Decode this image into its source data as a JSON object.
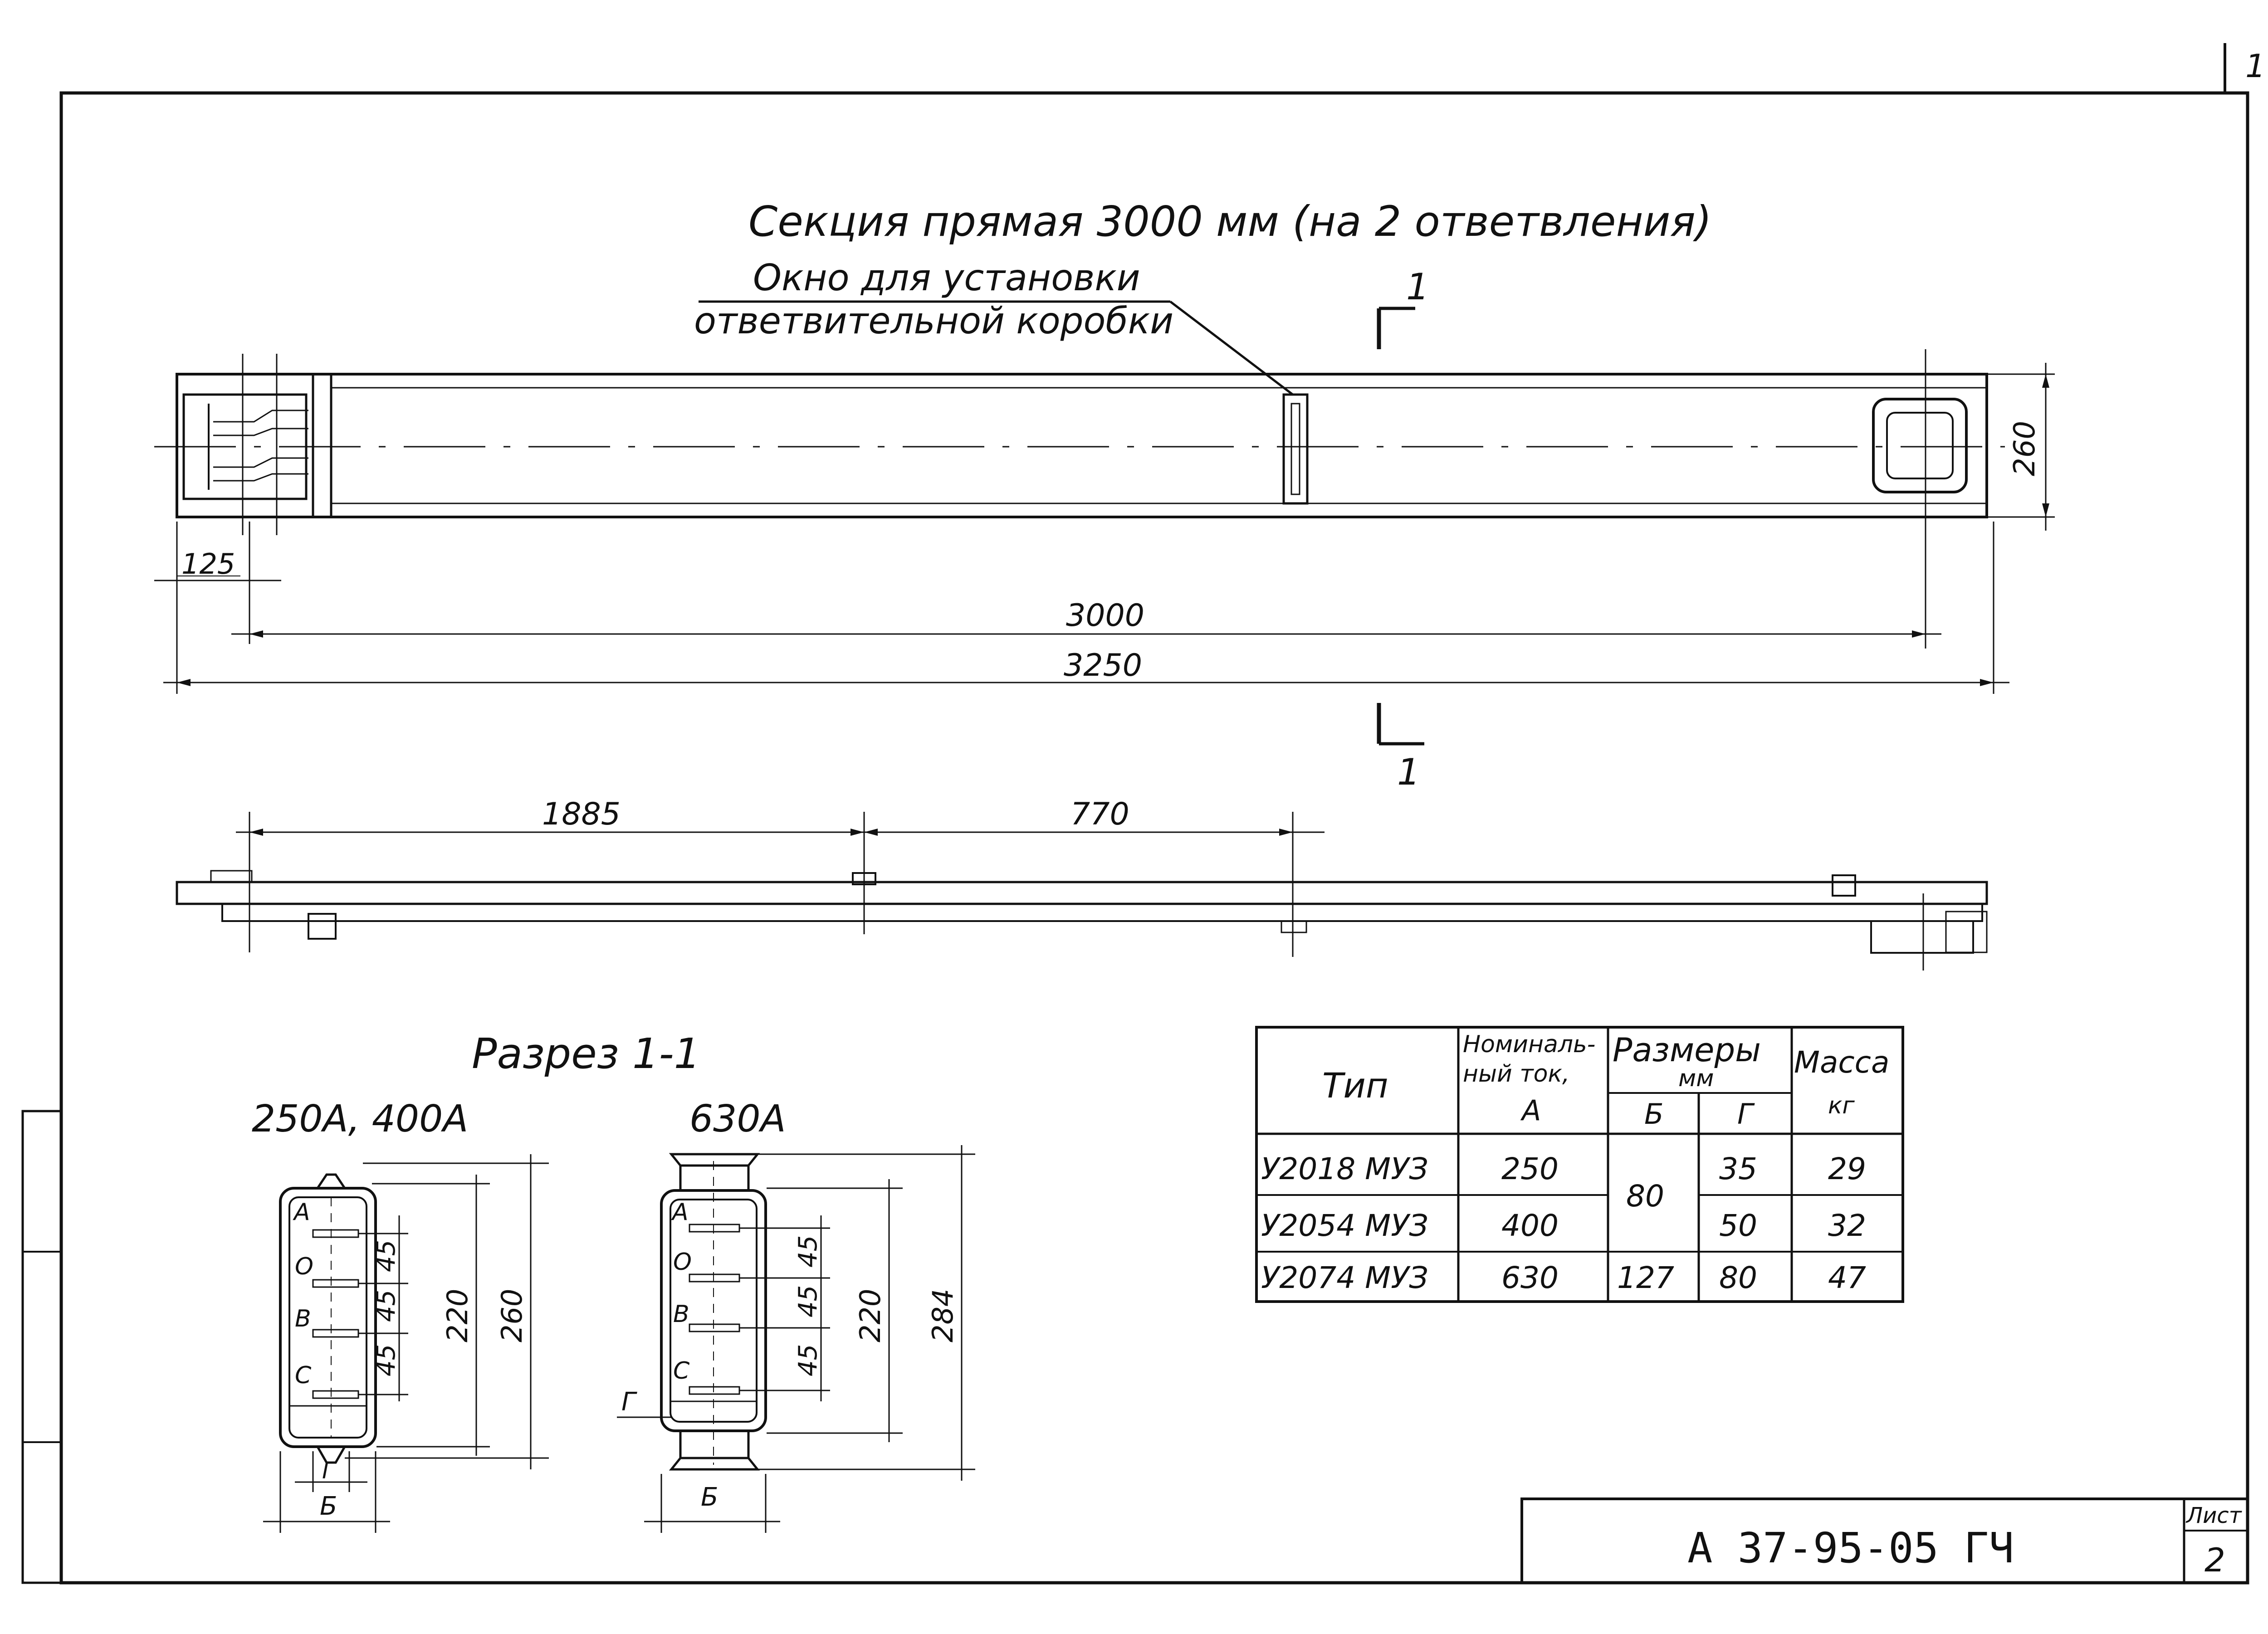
{
  "corner_mark": "1",
  "title": "Секция прямая 3000 мм (на 2 ответвления)",
  "window_label_line1": "Окно для установки",
  "window_label_line2": "ответвительной коробки",
  "section_mark_top": "1",
  "section_mark_bottom": "1",
  "dims_top": {
    "d125": "125",
    "d3000": "3000",
    "d3250": "3250",
    "d260": "260"
  },
  "dims_side": {
    "d1885": "1885",
    "d770": "770"
  },
  "section_title": "Разрез 1-1",
  "section_left": {
    "caption": "250А, 400А",
    "phases": [
      "А",
      "О",
      "В",
      "С"
    ],
    "d45a": "45",
    "d45b": "45",
    "d45c": "45",
    "d220": "220",
    "d260": "260",
    "r": "Г",
    "b": "Б"
  },
  "section_right": {
    "caption": "630А",
    "phases": [
      "А",
      "О",
      "В",
      "С"
    ],
    "d45a": "45",
    "d45b": "45",
    "d45c": "45",
    "d220": "220",
    "d284": "284",
    "g_left": "Г",
    "b": "Б"
  },
  "table": {
    "h_type": "Тип",
    "h_current_1": "Номиналь-",
    "h_current_2": "ный ток,",
    "h_current_3": "А",
    "h_sizes_1": "Размеры",
    "h_sizes_2": "мм",
    "h_b": "Б",
    "h_g": "Г",
    "h_mass_1": "Масса",
    "h_mass_2": "кг",
    "rows": [
      {
        "type": "У2018 МУЗ",
        "current": "250",
        "g": "35",
        "mass": "29"
      },
      {
        "type": "У2054 МУЗ",
        "current": "400",
        "g": "50",
        "mass": "32"
      },
      {
        "type": "У2074 МУЗ",
        "current": "630",
        "b": "127",
        "g": "80",
        "mass": "47"
      }
    ],
    "b_merged": "80"
  },
  "stamp": {
    "code": "А 37-95-05 ГЧ",
    "sheet_label": "Лист",
    "sheet_no": "2"
  }
}
